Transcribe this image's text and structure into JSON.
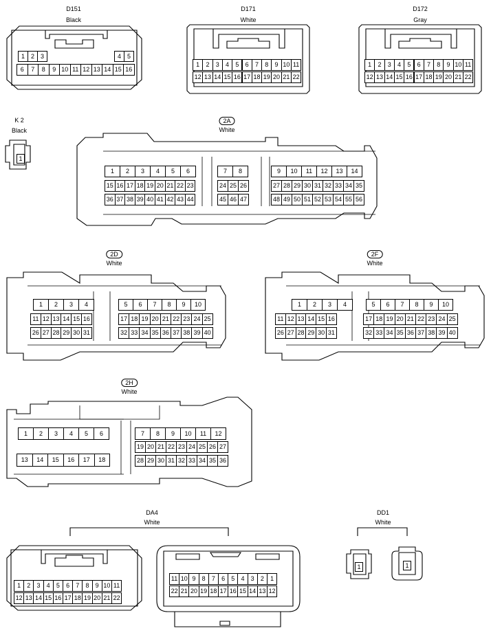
{
  "connectors": {
    "D151": {
      "name": "D151",
      "color": "Black",
      "row1": [
        "1",
        "2",
        "3",
        "",
        "",
        "",
        "",
        "",
        "",
        "",
        "4",
        "5"
      ],
      "row2": [
        "6",
        "7",
        "8",
        "9",
        "10",
        "11",
        "12",
        "13",
        "14",
        "15",
        "16"
      ]
    },
    "D171": {
      "name": "D171",
      "color": "White",
      "row1": [
        "1",
        "2",
        "3",
        "4",
        "5",
        "6",
        "7",
        "8",
        "9",
        "10",
        "11"
      ],
      "row2": [
        "12",
        "13",
        "14",
        "15",
        "16",
        "17",
        "18",
        "19",
        "20",
        "21",
        "22"
      ]
    },
    "D172": {
      "name": "D172",
      "color": "Gray",
      "row1": [
        "1",
        "2",
        "3",
        "4",
        "5",
        "6",
        "7",
        "8",
        "9",
        "10",
        "11"
      ],
      "row2": [
        "12",
        "13",
        "14",
        "15",
        "16",
        "17",
        "18",
        "19",
        "20",
        "21",
        "22"
      ]
    },
    "K2": {
      "name": "K 2",
      "color": "Black",
      "pin": "1"
    },
    "c2A": {
      "name": "2A",
      "color": "White",
      "g1": [
        [
          "1",
          "2",
          "3",
          "4",
          "5",
          "6"
        ],
        [
          "15",
          "16",
          "17",
          "18",
          "19",
          "20",
          "21",
          "22",
          "23"
        ],
        [
          "36",
          "37",
          "38",
          "39",
          "40",
          "41",
          "42",
          "43",
          "44"
        ]
      ],
      "g2": [
        [
          "7",
          "8"
        ],
        [
          "24",
          "25",
          "26"
        ],
        [
          "45",
          "46",
          "47"
        ]
      ],
      "g3": [
        [
          "9",
          "10",
          "11",
          "12",
          "13",
          "14"
        ],
        [
          "27",
          "28",
          "29",
          "30",
          "31",
          "32",
          "33",
          "34",
          "35"
        ],
        [
          "48",
          "49",
          "50",
          "51",
          "52",
          "53",
          "54",
          "55",
          "56"
        ]
      ]
    },
    "c2D": {
      "name": "2D",
      "color": "White",
      "g1": [
        [
          "1",
          "2",
          "3",
          "4"
        ],
        [
          "11",
          "12",
          "13",
          "14",
          "15",
          "16"
        ],
        [
          "26",
          "27",
          "28",
          "29",
          "30",
          "31"
        ]
      ],
      "g2": [
        [
          "5",
          "6",
          "7",
          "8",
          "9",
          "10"
        ],
        [
          "17",
          "18",
          "19",
          "20",
          "21",
          "22",
          "23",
          "24",
          "25"
        ],
        [
          "32",
          "33",
          "34",
          "35",
          "36",
          "37",
          "38",
          "39",
          "40"
        ]
      ]
    },
    "c2F": {
      "name": "2F",
      "color": "White",
      "g1": [
        [
          "1",
          "2",
          "3",
          "4"
        ],
        [
          "11",
          "12",
          "13",
          "14",
          "15",
          "16"
        ],
        [
          "26",
          "27",
          "28",
          "29",
          "30",
          "31"
        ]
      ],
      "g2": [
        [
          "5",
          "6",
          "7",
          "8",
          "9",
          "10"
        ],
        [
          "17",
          "18",
          "19",
          "20",
          "21",
          "22",
          "23",
          "24",
          "25"
        ],
        [
          "32",
          "33",
          "34",
          "35",
          "36",
          "37",
          "38",
          "39",
          "40"
        ]
      ]
    },
    "c2H": {
      "name": "2H",
      "color": "White",
      "g1": [
        [
          "1",
          "2",
          "3",
          "4",
          "5",
          "6"
        ],
        [
          "13",
          "14",
          "15",
          "16",
          "17",
          "18"
        ]
      ],
      "g2": [
        [
          "7",
          "8",
          "9",
          "10",
          "11",
          "12"
        ],
        [
          "19",
          "20",
          "21",
          "22",
          "23",
          "24",
          "25",
          "26",
          "27"
        ],
        [
          "28",
          "29",
          "30",
          "31",
          "32",
          "33",
          "34",
          "35",
          "36"
        ]
      ]
    },
    "DA4": {
      "name": "DA4",
      "color": "White",
      "left": [
        [
          "1",
          "2",
          "3",
          "4",
          "5",
          "6",
          "7",
          "8",
          "9",
          "10",
          "11"
        ],
        [
          "12",
          "13",
          "14",
          "15",
          "16",
          "17",
          "18",
          "19",
          "20",
          "21",
          "22"
        ]
      ],
      "right": [
        [
          "11",
          "10",
          "9",
          "8",
          "7",
          "6",
          "5",
          "4",
          "3",
          "2",
          "1"
        ],
        [
          "22",
          "21",
          "20",
          "19",
          "18",
          "17",
          "16",
          "15",
          "14",
          "13",
          "12"
        ]
      ]
    },
    "DD1": {
      "name": "DD1",
      "color": "White",
      "pin_left": "1",
      "pin_right": "1"
    }
  }
}
